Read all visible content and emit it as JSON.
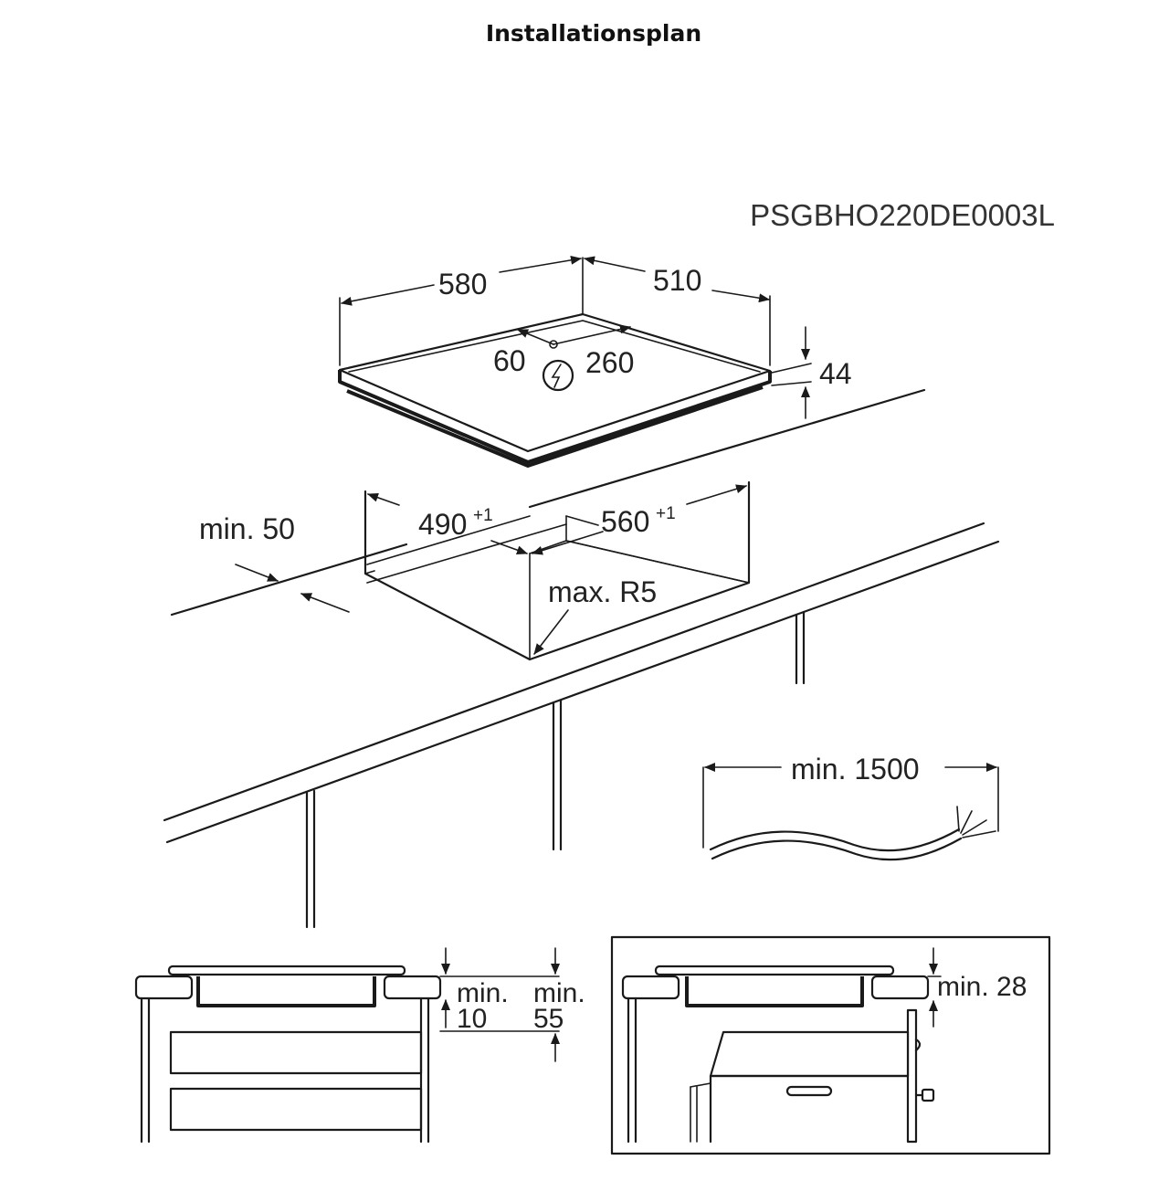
{
  "title": "Installationsplan",
  "drawing_code": "PSGBHO220DE0003L",
  "hob": {
    "width": "580",
    "depth": "510",
    "height": "44",
    "connection_x": "60",
    "connection_y": "260",
    "connection_icon": "electrical-connection-icon"
  },
  "cutout": {
    "width": "490",
    "width_tol": "+1",
    "depth": "560",
    "depth_tol": "+1",
    "front_clearance": "min. 50",
    "radius": "max. R5"
  },
  "cable": {
    "length": "min. 1500"
  },
  "section_left": {
    "gap_label_1": "min.",
    "gap_value_1": "10",
    "gap_label_2": "min.",
    "gap_value_2": "55"
  },
  "section_right": {
    "gap_label": "min. 28"
  }
}
